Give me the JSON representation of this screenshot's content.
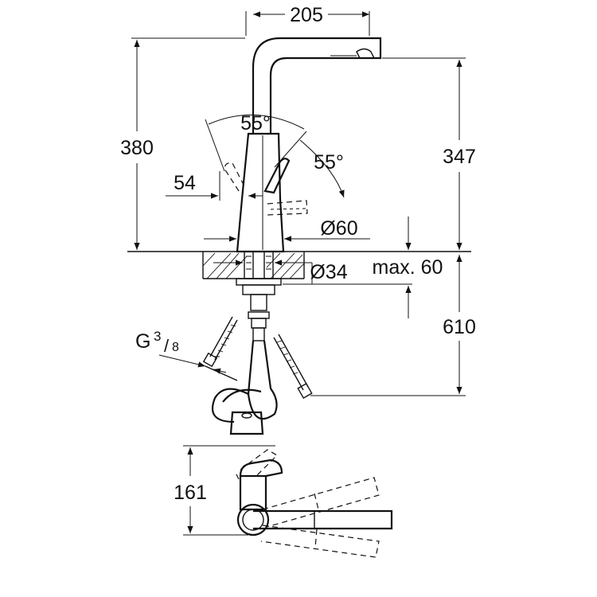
{
  "dimensions": {
    "spout_reach": "205",
    "total_height": "380",
    "spout_height": "347",
    "lever_angle_front": "55°",
    "lever_angle_side": "55°",
    "lever_offset": "54",
    "base_diameter": "Ø60",
    "hole_diameter": "Ø34",
    "max_deck_thickness": "max. 60",
    "hose_length": "610",
    "connection_thread_base": "G",
    "connection_thread_num": "3",
    "connection_thread_den": "8",
    "plan_height": "161"
  },
  "line_color": "#111111",
  "background_color": "#ffffff"
}
